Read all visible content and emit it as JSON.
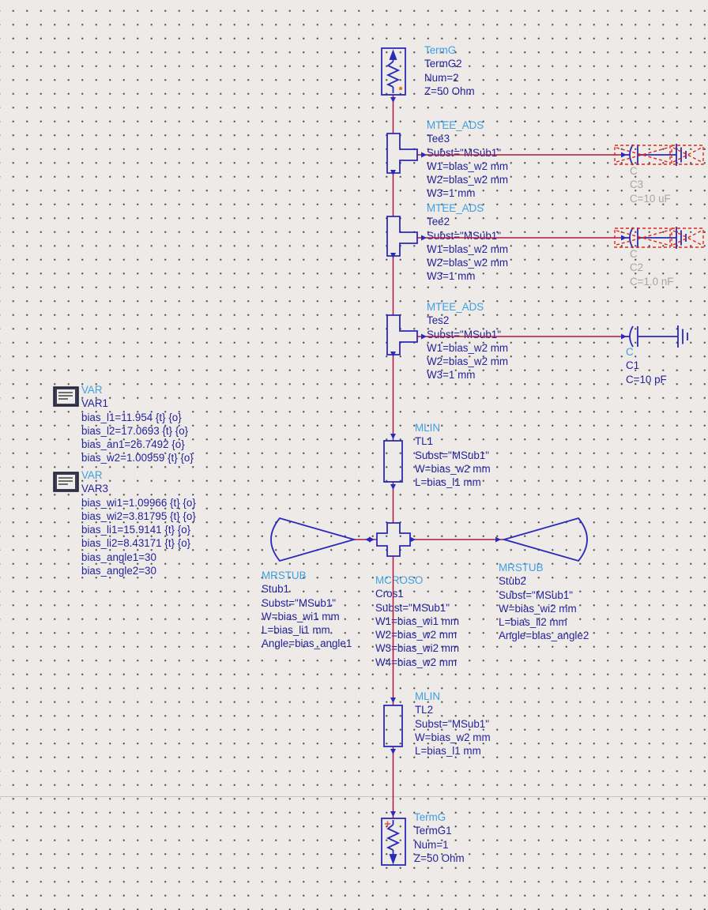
{
  "app": {
    "view": "ads-schematic-canvas"
  },
  "colors": {
    "background": "#edeae7",
    "grid_dot": "#57534e",
    "wire": "#b01540",
    "component_outline": "#2a2ab8",
    "heading_text": "#3f9fe0",
    "param_text": "#23239b",
    "disabled_text": "#a9a5a1",
    "selection_dash": "#e02818",
    "page_boundary": "#c7c4c1"
  },
  "schematic": {
    "termg2": {
      "type": "TermG",
      "name": "TermG2",
      "params": [
        "Num=2",
        "Z=50 Ohm"
      ]
    },
    "tee3": {
      "type": "MTEE_ADS",
      "name": "Tee3",
      "params": [
        "Subst=\"MSub1\"",
        "W1=bias_w2 mm",
        "W2=bias_w2 mm",
        "W3=1 mm"
      ]
    },
    "tee2": {
      "type": "MTEE_ADS",
      "name": "Tee2",
      "params": [
        "Subst=\"MSub1\"",
        "W1=bias_w2 mm",
        "W2=bias_w2 mm",
        "W3=1 mm"
      ]
    },
    "tes2": {
      "type": "MTEE_ADS",
      "name": "Tes2",
      "params": [
        "Subst=\"MSub1\"",
        "W1=bias_w2 mm",
        "W2=bias_w2 mm",
        "W3=1 mm"
      ]
    },
    "tl1": {
      "type": "MLIN",
      "name": "TL1",
      "params": [
        "Subst=\"MSub1\"",
        "W=bias_w2 mm",
        "L=bias_l1 mm"
      ]
    },
    "tl2": {
      "type": "MLIN",
      "name": "TL2",
      "params": [
        "Subst=\"MSub1\"",
        "W=bias_w2 mm",
        "L=bias_l1 mm"
      ]
    },
    "var1": {
      "type": "VAR",
      "name": "VAR1",
      "params": [
        "bias_l1=11.954 {t} {o}",
        "bias_l2=17.0693 {t} {o}",
        "bias_an1=26.7492 {o}",
        "bias_w2=1.00959 {t} {o}"
      ]
    },
    "var3": {
      "type": "VAR",
      "name": "VAR3",
      "params": [
        "bias_wi1=1.09966 {t} {o}",
        "bias_wi2=3.81795 {t} {o}",
        "bias_li1=15.9141 {t} {o}",
        "bias_li2=8.43171 {t} {o}",
        "bias_angle1=30",
        "bias_angle2=30"
      ]
    },
    "stub1": {
      "type": "MRSTUB",
      "name": "Stub1",
      "params": [
        "Subst=\"MSub1\"",
        "W=bias_wi1 mm",
        "L=bias_li1 mm",
        "Angle=bias_angle1"
      ]
    },
    "cros1": {
      "type": "MCROSO",
      "name": "Cros1",
      "params": [
        "Subst=\"MSub1\"",
        "W1=bias_wi1 mm",
        "W2=bias_w2 mm",
        "W3=bias_wi2 mm",
        "W4=bias_w2 mm"
      ]
    },
    "stub2": {
      "type": "MRSTUB",
      "name": "Stub2",
      "params": [
        "Subst=\"MSub1\"",
        "W=bias_wi2 mm",
        "L=bias_li2 mm",
        "Angle=bias_angle2"
      ]
    },
    "termg1": {
      "type": "TermG",
      "name": "TermG1",
      "params": [
        "Num=1",
        "Z=50 Ohm"
      ]
    },
    "c3": {
      "type": "C",
      "name": "C3",
      "params": [
        "C=10 uF"
      ],
      "state": "deactivated-selected"
    },
    "c2": {
      "type": "C",
      "name": "C2",
      "params": [
        "C=1.0 nF"
      ],
      "state": "deactivated-selected"
    },
    "c1": {
      "type": "C",
      "name": "C1",
      "params": [
        "C=10 pF"
      ],
      "state": "active"
    }
  }
}
